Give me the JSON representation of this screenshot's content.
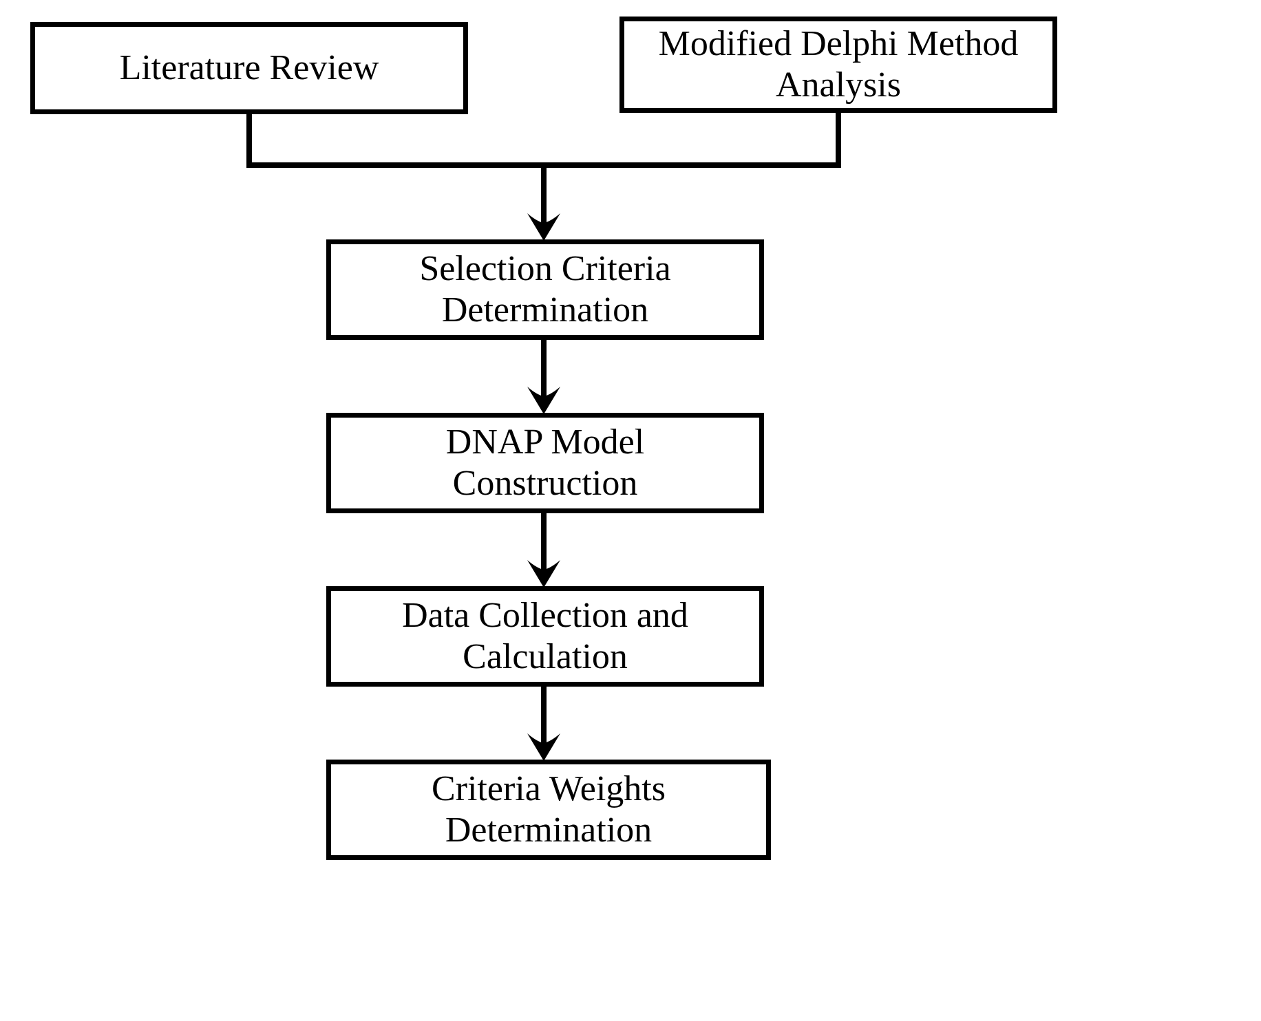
{
  "diagram": {
    "type": "flowchart",
    "orientation": "top-to-bottom",
    "background_color": "#ffffff",
    "line_color": "#000000",
    "text_color": "#000000",
    "nodes": [
      {
        "id": "literature-review",
        "label": "Literature Review",
        "shape": "rectangle",
        "row": 0,
        "column": "left"
      },
      {
        "id": "delphi-analysis",
        "label": "Modified Delphi Method\nAnalysis",
        "shape": "rectangle",
        "row": 0,
        "column": "right"
      },
      {
        "id": "selection-criteria",
        "label": "Selection Criteria\nDetermination",
        "shape": "rectangle",
        "row": 1,
        "column": "center"
      },
      {
        "id": "dnap-model",
        "label": "DNAP Model\nConstruction",
        "shape": "rectangle",
        "row": 2,
        "column": "center"
      },
      {
        "id": "data-collection",
        "label": "Data Collection and\nCalculation",
        "shape": "rectangle",
        "row": 3,
        "column": "center"
      },
      {
        "id": "criteria-weights",
        "label": "Criteria Weights\nDetermination",
        "shape": "rectangle",
        "row": 4,
        "column": "center"
      }
    ],
    "edges": [
      {
        "from": "literature-review",
        "to": "selection-criteria",
        "style": "orthogonal-merge",
        "arrow": true
      },
      {
        "from": "delphi-analysis",
        "to": "selection-criteria",
        "style": "orthogonal-merge",
        "arrow": true
      },
      {
        "from": "selection-criteria",
        "to": "dnap-model",
        "style": "straight",
        "arrow": true
      },
      {
        "from": "dnap-model",
        "to": "data-collection",
        "style": "straight",
        "arrow": true
      },
      {
        "from": "data-collection",
        "to": "criteria-weights",
        "style": "straight",
        "arrow": true
      }
    ]
  },
  "labels": {
    "literature_review": "Literature Review",
    "delphi_analysis": "Modified Delphi Method\nAnalysis",
    "selection_criteria": "Selection Criteria\nDetermination",
    "dnap_model": "DNAP Model\nConstruction",
    "data_collection": "Data Collection and\nCalculation",
    "criteria_weights": "Criteria Weights\nDetermination"
  }
}
